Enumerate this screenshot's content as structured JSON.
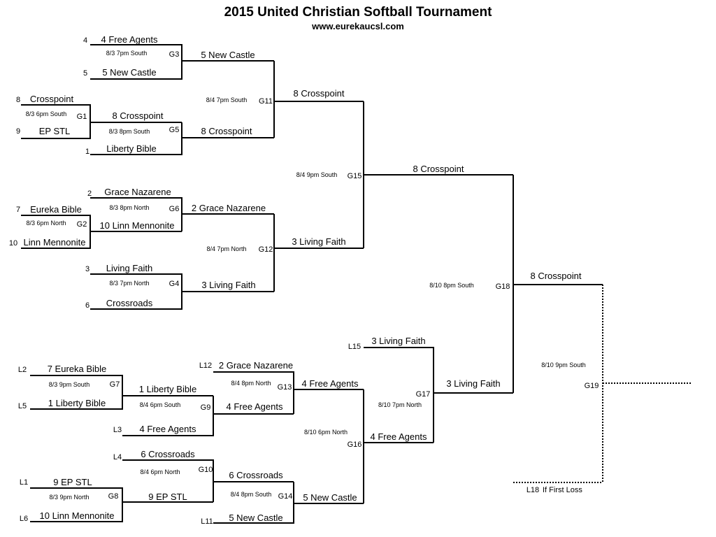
{
  "header": {
    "title": "2015 United Christian Softball Tournament",
    "website": "www.eurekaucsl.com"
  },
  "winners_bracket": {
    "first_round": [
      {
        "game": "G1",
        "info": "8/3 6pm South",
        "team_a": "Crosspoint",
        "seed_a": "8",
        "team_b": "EP STL",
        "seed_b": "9"
      },
      {
        "game": "G2",
        "info": "8/3 6pm North",
        "team_a": "Eureka Bible",
        "seed_a": "7",
        "team_b": "Linn Mennonite",
        "seed_b": "10"
      }
    ],
    "second_round": [
      {
        "game": "G3",
        "info": "8/3 7pm South",
        "team_a": "4 Free Agents",
        "seed_a": "4",
        "team_b": "5 New Castle",
        "seed_b": "5"
      },
      {
        "game": "G5",
        "info": "8/3 8pm South",
        "team_a": "8 Crosspoint",
        "team_b": "Liberty Bible",
        "seed_b": "1"
      },
      {
        "game": "G6",
        "info": "8/3 8pm North",
        "team_a": "Grace Nazarene",
        "seed_a": "2",
        "team_b": "10 Linn Mennonite"
      },
      {
        "game": "G4",
        "info": "8/3 7pm North",
        "team_a": "Living Faith",
        "seed_a": "3",
        "team_b": "Crossroads",
        "seed_b": "6"
      }
    ],
    "quarterfinals": [
      {
        "game": "G11",
        "info": "8/4 7pm South",
        "team_a": "5 New Castle",
        "team_b": "8 Crosspoint"
      },
      {
        "game": "G12",
        "info": "8/4 7pm North",
        "team_a": "2 Grace Nazarene",
        "team_b": "3 Living Faith"
      }
    ],
    "semifinal": {
      "game": "G15",
      "info": "8/4 9pm South",
      "team_a": "8 Crosspoint",
      "team_b": "3 Living Faith"
    },
    "winners_final_team": "8 Crosspoint"
  },
  "losers_bracket": {
    "round1": [
      {
        "game": "G7",
        "info": "8/3 9pm South",
        "team_a": "7 Eureka Bible",
        "source_a": "L2",
        "team_b": "1 Liberty Bible",
        "source_b": "L5"
      },
      {
        "game": "G8",
        "info": "8/3 9pm North",
        "team_a": "9 EP STL",
        "source_a": "L1",
        "team_b": "10 Linn Mennonite",
        "source_b": "L6"
      }
    ],
    "round2": [
      {
        "game": "G9",
        "info": "8/4 6pm South",
        "team_a": "1 Liberty Bible",
        "team_b": "4 Free Agents",
        "source_b": "L3"
      },
      {
        "game": "G10",
        "info": "8/4 6pm North",
        "team_a": "6 Crossroads",
        "source_a": "L4",
        "team_b": "9 EP STL"
      }
    ],
    "round3": [
      {
        "game": "G13",
        "info": "8/4 8pm North",
        "team_a": "2 Grace Nazarene",
        "source_a": "L12",
        "team_b": "4 Free Agents"
      },
      {
        "game": "G14",
        "info": "8/4 8pm South",
        "team_a": "6 Crossroads",
        "team_b": "5 New Castle",
        "source_b": "L11"
      }
    ],
    "round4": {
      "game": "G16",
      "info": "8/10 6pm North",
      "team_a": "4 Free Agents",
      "team_b": "5 New Castle"
    },
    "round5": {
      "game": "G17",
      "info": "8/10 7pm North",
      "team_a": "3 Living Faith",
      "source_a": "L15",
      "team_b": "4 Free Agents"
    },
    "losers_final_team": "3 Living Faith"
  },
  "championship": {
    "game": "G18",
    "info": "8/10 8pm South",
    "winner": "8 Crosspoint",
    "if_necessary": {
      "game": "G19",
      "info": "8/10 9pm South",
      "source": "L18",
      "note": "If First Loss"
    }
  }
}
